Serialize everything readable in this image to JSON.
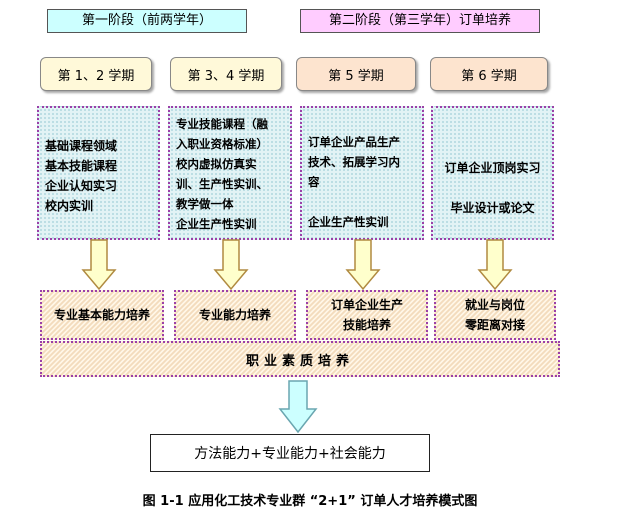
{
  "stages": [
    {
      "label": "第一阶段（前两学年）"
    },
    {
      "label": "第二阶段（第三学年）订单培养"
    }
  ],
  "semesters": [
    {
      "label": "第 1、2 学期"
    },
    {
      "label": "第 3、4 学期"
    },
    {
      "label": "第 5 学期"
    },
    {
      "label": "第 6 学期"
    }
  ],
  "contents": [
    {
      "lines": [
        "基础课程领域",
        "基本技能课程",
        "企业认知实习",
        "校内实训"
      ]
    },
    {
      "lines": [
        "专业技能课程（融",
        "入职业资格标准）",
        "校内虚拟仿真实",
        "训、生产性实训、",
        "教学做一体",
        "企业生产性实训"
      ]
    },
    {
      "lines": [
        "订单企业产品生产",
        "技术、拓展学习内",
        "容",
        "",
        "企业生产性实训"
      ]
    },
    {
      "lines": [
        "",
        "订单企业顶岗实习",
        "",
        "毕业设计或论文"
      ]
    }
  ],
  "abilities": [
    {
      "lines": [
        "专业基本能力培养"
      ]
    },
    {
      "lines": [
        "专业能力培养"
      ]
    },
    {
      "lines": [
        "订单企业生产",
        "技能培养"
      ]
    },
    {
      "lines": [
        "就业与岗位",
        "零距离对接"
      ]
    }
  ],
  "quality": {
    "label": "职业素质培养"
  },
  "result": {
    "label": "方法能力+专业能力+社会能力"
  },
  "caption": {
    "label": "图 1-1 应用化工技术专业群 “2+1” 订单人才培养模式图"
  },
  "colors": {
    "stage1_fill": "#ccffff",
    "stage2_fill": "#ffccff",
    "sem_light": "#fff9d9",
    "sem_peach": "#fde4cf",
    "arrow_fill": "#ffffcc",
    "arrow_stroke": "#b08a40",
    "big_arrow_fill": "#ccffff",
    "big_arrow_stroke": "#6aa6b0"
  }
}
